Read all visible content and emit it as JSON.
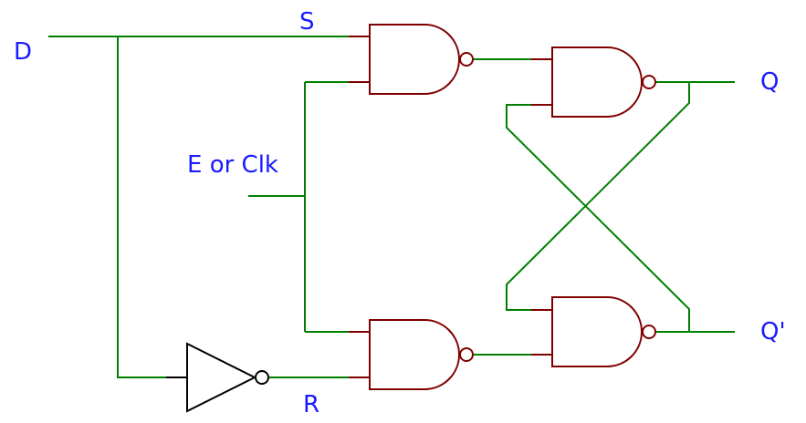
{
  "labels": {
    "d": "D",
    "s": "S",
    "e": "E or Clk",
    "q": "Q",
    "qbar": "Q'",
    "r": "R"
  },
  "colors": {
    "wire": "#007f00",
    "gate": "#800000",
    "inverter": "#000000",
    "label": "#1a1aff",
    "background": "#ffffff"
  }
}
